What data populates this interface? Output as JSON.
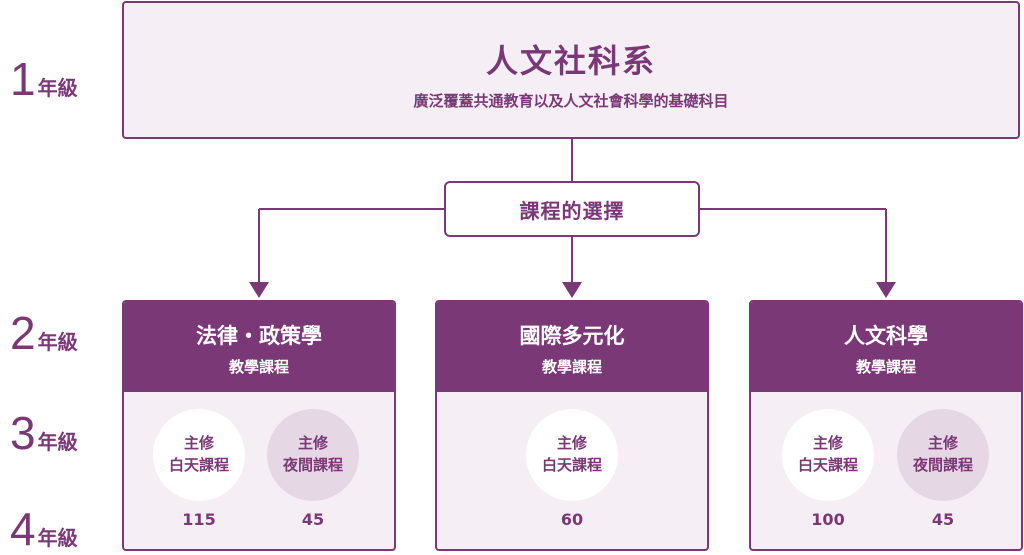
{
  "years": [
    {
      "num": "1",
      "unit": "年級"
    },
    {
      "num": "2",
      "unit": "年級"
    },
    {
      "num": "3",
      "unit": "年級"
    },
    {
      "num": "4",
      "unit": "年級"
    }
  ],
  "top": {
    "title": "人文社科系",
    "description": "廣泛覆蓋共通教育以及人文社會科學的基礎科目"
  },
  "choice": {
    "label": "課程的選擇"
  },
  "programs": [
    {
      "name": "法律・政策學",
      "sub": "教學課程",
      "tracks": [
        {
          "line1": "主修",
          "line2": "白天課程",
          "count": "115",
          "kind": "day"
        },
        {
          "line1": "主修",
          "line2": "夜間課程",
          "count": "45",
          "kind": "night"
        }
      ]
    },
    {
      "name": "國際多元化",
      "sub": "教學課程",
      "tracks": [
        {
          "line1": "主修",
          "line2": "白天課程",
          "count": "60",
          "kind": "day"
        }
      ]
    },
    {
      "name": "人文科學",
      "sub": "教學課程",
      "tracks": [
        {
          "line1": "主修",
          "line2": "白天課程",
          "count": "100",
          "kind": "day"
        },
        {
          "line1": "主修",
          "line2": "夜間課程",
          "count": "45",
          "kind": "night"
        }
      ]
    }
  ],
  "colors": {
    "accent": "#7a3877",
    "panel": "#f5eff5",
    "night_circle": "#e6d7e4"
  }
}
